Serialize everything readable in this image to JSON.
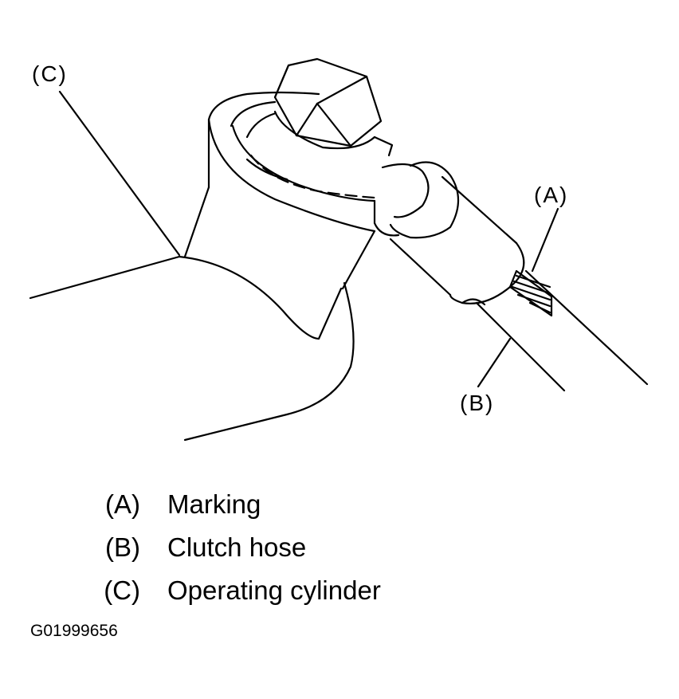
{
  "callouts": {
    "a": "(A)",
    "b": "(B)",
    "c": "(C)"
  },
  "legend": [
    {
      "key": "(A)",
      "label": "Marking"
    },
    {
      "key": "(B)",
      "label": "Clutch hose"
    },
    {
      "key": "(C)",
      "label": "Operating cylinder"
    }
  ],
  "figure_code": "G01999656"
}
